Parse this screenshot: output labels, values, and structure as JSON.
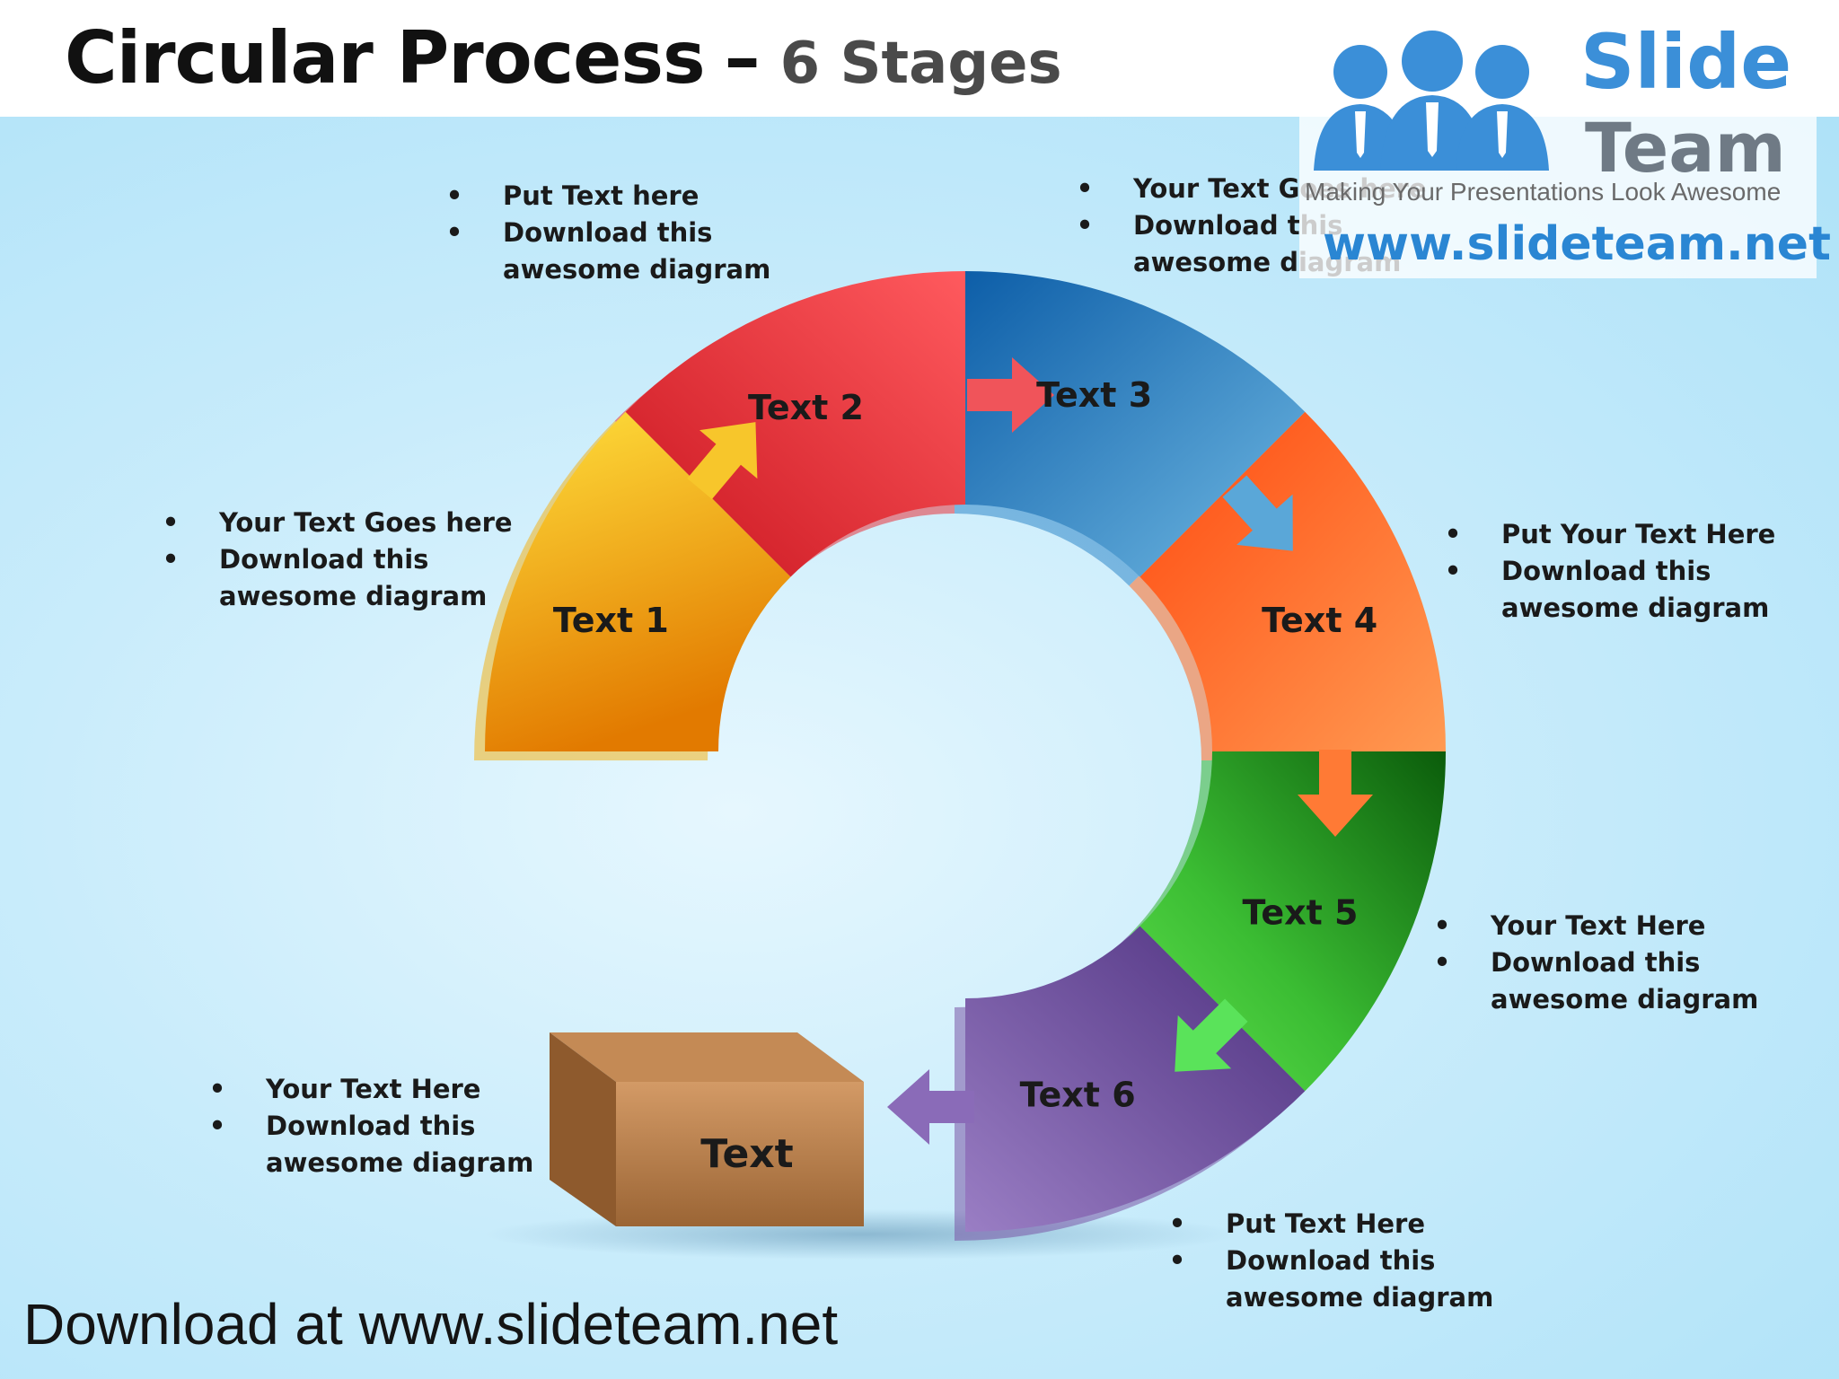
{
  "slide": {
    "title_main": "Circular Process",
    "title_separator": "–",
    "title_sub": "6 Stages",
    "footer": "Download at www.slideteam.net"
  },
  "logo": {
    "word_slide": "Slide",
    "word_team": "Team",
    "tagline": "Making Your Presentations Look Awesome",
    "url": "www.slideteam.net",
    "colors": {
      "people_blue": "#3b8fd8",
      "team_gray": "#6f7a85"
    }
  },
  "stages": [
    {
      "label": "Text 1",
      "color": "#f2b21a"
    },
    {
      "label": "Text 2",
      "color": "#e8333a"
    },
    {
      "label": "Text 3",
      "color": "#2f86c8"
    },
    {
      "label": "Text 4",
      "color": "#ff6a22"
    },
    {
      "label": "Text 5",
      "color": "#33b232"
    },
    {
      "label": "Text 6",
      "color": "#7a55a6"
    }
  ],
  "box": {
    "label": "Text",
    "color": "#b98152"
  },
  "callouts": [
    {
      "items": [
        "Put Text here",
        "Download this"
      ],
      "continuation": "awesome diagram"
    },
    {
      "items": [
        "Your Text Goes here",
        "Download this"
      ],
      "continuation": "awesome diagram"
    },
    {
      "items": [
        "Your Text Goes here",
        "Download this"
      ],
      "continuation": "awesome diagram"
    },
    {
      "items": [
        "Put Your Text Here",
        "Download this"
      ],
      "continuation": "awesome diagram"
    },
    {
      "items": [
        "Your Text Here",
        "Download this"
      ],
      "continuation": "awesome diagram"
    },
    {
      "items": [
        "Put Text Here",
        "Download this"
      ],
      "continuation": "awesome diagram"
    },
    {
      "items": [
        "Your Text Here",
        "Download this"
      ],
      "continuation": "awesome diagram"
    }
  ],
  "bullet_char": "•"
}
